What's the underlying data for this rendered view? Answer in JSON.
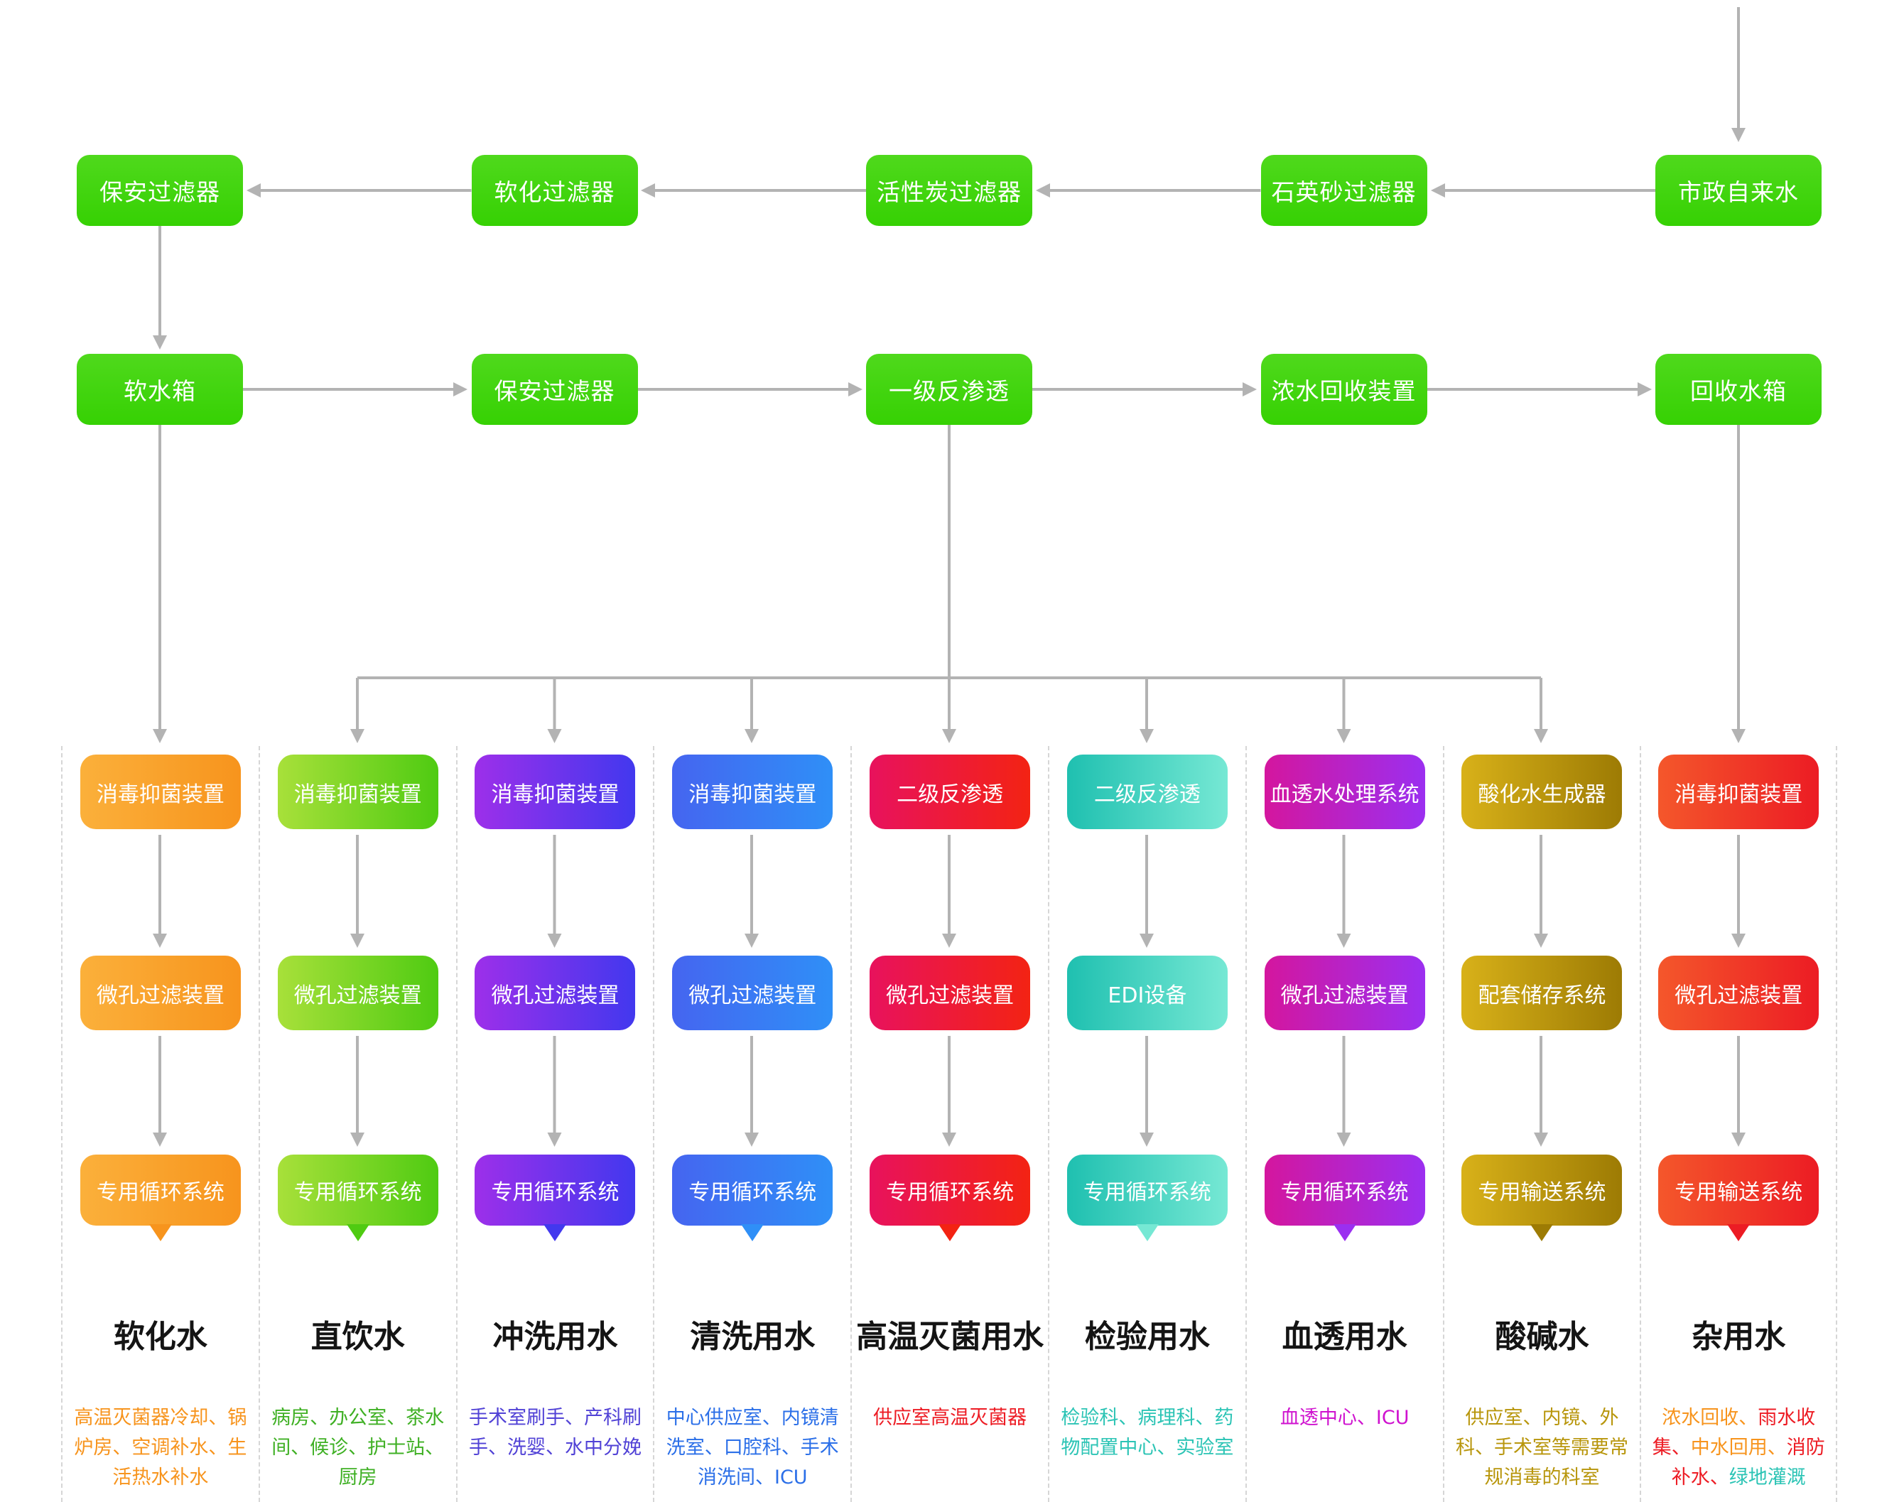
{
  "top_flow": {
    "box_gradient": [
      "#4fd91c",
      "#36d103"
    ],
    "arrow_color": "#b3b3b3",
    "row1": [
      "保安过滤器",
      "软化过滤器",
      "活性炭过滤器",
      "石英砂过滤器",
      "市政自来水"
    ],
    "row2": [
      "软水箱",
      "保安过滤器",
      "一级反渗透",
      "浓水回收装置",
      "回收水箱"
    ]
  },
  "columns": [
    {
      "boxes": [
        "消毒抑菌装置",
        "微孔过滤装置",
        "专用循环系统"
      ],
      "title": "软化水",
      "description": [
        {
          "text": "高温灭菌器冷却、锅炉房、空调补水、生活热水补水",
          "color": "#F7941D"
        }
      ],
      "colors": {
        "from": "#FBB03B",
        "to": "#F7941D",
        "text": "#F7941D"
      }
    },
    {
      "boxes": [
        "消毒抑菌装置",
        "微孔过滤装置",
        "专用循环系统"
      ],
      "title": "直饮水",
      "description": [
        {
          "text": "病房、办公室、茶水间、候诊、护士站、厨房",
          "color": "#3FB024"
        }
      ],
      "colors": {
        "from": "#A8E03A",
        "to": "#4FCB12",
        "text": "#3FB024"
      }
    },
    {
      "boxes": [
        "消毒抑菌装置",
        "微孔过滤装置",
        "专用循环系统"
      ],
      "title": "冲洗用水",
      "description": [
        {
          "text": "手术室刷手、产科刷手、洗婴、水中分娩",
          "color": "#5142D6"
        }
      ],
      "colors": {
        "from": "#9D2FEA",
        "to": "#4238EE",
        "text": "#5142D6"
      }
    },
    {
      "boxes": [
        "消毒抑菌装置",
        "微孔过滤装置",
        "专用循环系统"
      ],
      "title": "清洗用水",
      "description": [
        {
          "text": "中心供应室、内镜清洗室、口腔科、手术消洗间、ICU",
          "color": "#2B6FE8"
        }
      ],
      "colors": {
        "from": "#4565F0",
        "to": "#2F8FF7",
        "text": "#2B6FE8"
      }
    },
    {
      "boxes": [
        "二级反渗透",
        "微孔过滤装置",
        "专用循环系统"
      ],
      "title": "高温灭菌用水",
      "description": [
        {
          "text": "供应室高温灭菌器",
          "color": "#ED1C24"
        }
      ],
      "colors": {
        "from": "#E8125D",
        "to": "#F32313",
        "text": "#ED1C24"
      }
    },
    {
      "boxes": [
        "二级反渗透",
        "EDI设备",
        "专用循环系统"
      ],
      "title": "检验用水",
      "description": [
        {
          "text": "检验科、病理科、药物配置中心、实验室",
          "color": "#2CC4B5"
        }
      ],
      "colors": {
        "from": "#1FC0B0",
        "to": "#76E8D4",
        "text": "#2CC4B5"
      }
    },
    {
      "boxes": [
        "血透水处理系统",
        "微孔过滤装置",
        "专用循环系统"
      ],
      "title": "血透用水",
      "description": [
        {
          "text": "血透中心、ICU",
          "color": "#CF12CF"
        }
      ],
      "colors": {
        "from": "#D4169E",
        "to": "#9B2FF0",
        "text": "#CF12CF"
      }
    },
    {
      "boxes": [
        "酸化水生成器",
        "配套储存系统",
        "专用输送系统"
      ],
      "title": "酸碱水",
      "description": [
        {
          "text": "供应室、内镜、外科、手术室等需要常规消毒的科室",
          "color": "#B8960C"
        }
      ],
      "colors": {
        "from": "#D8B119",
        "to": "#9D7B04",
        "text": "#B8960C"
      }
    },
    {
      "boxes": [
        "消毒抑菌装置",
        "微孔过滤装置",
        "专用输送系统"
      ],
      "title": "杂用水",
      "description": [
        {
          "text": "浓水回收、",
          "color": "#F7941D"
        },
        {
          "text": "雨水收集、",
          "color": "#ED1C24"
        },
        {
          "text": "中水回用、",
          "color": "#F7941D"
        },
        {
          "text": "消防补水、",
          "color": "#ED1C24"
        },
        {
          "text": "绿地灌溉",
          "color": "#2CC4B5"
        }
      ],
      "colors": {
        "from": "#F4572B",
        "to": "#EC1C24",
        "text": "#ED1C24"
      }
    }
  ]
}
